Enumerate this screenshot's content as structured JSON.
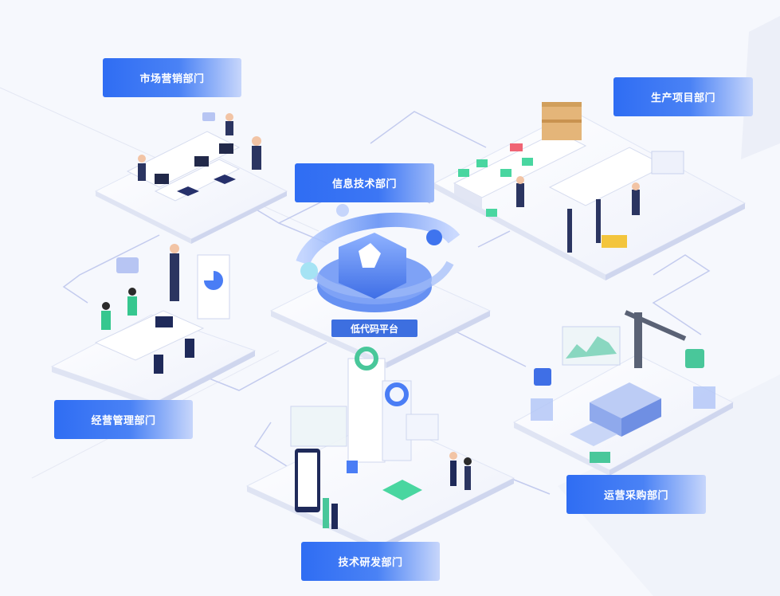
{
  "platform": {
    "label": "低代码平台"
  },
  "departments": {
    "marketing": "市场营销部门",
    "production": "生产项目部门",
    "it": "信息技术部门",
    "management": "经营管理部门",
    "procurement": "运营采购部门",
    "rnd": "技术研发部门"
  },
  "colors": {
    "accent": "#2f6df3",
    "platform": "#3d6fe0",
    "tile": "#ffffff",
    "connector": "#c3cbee"
  }
}
